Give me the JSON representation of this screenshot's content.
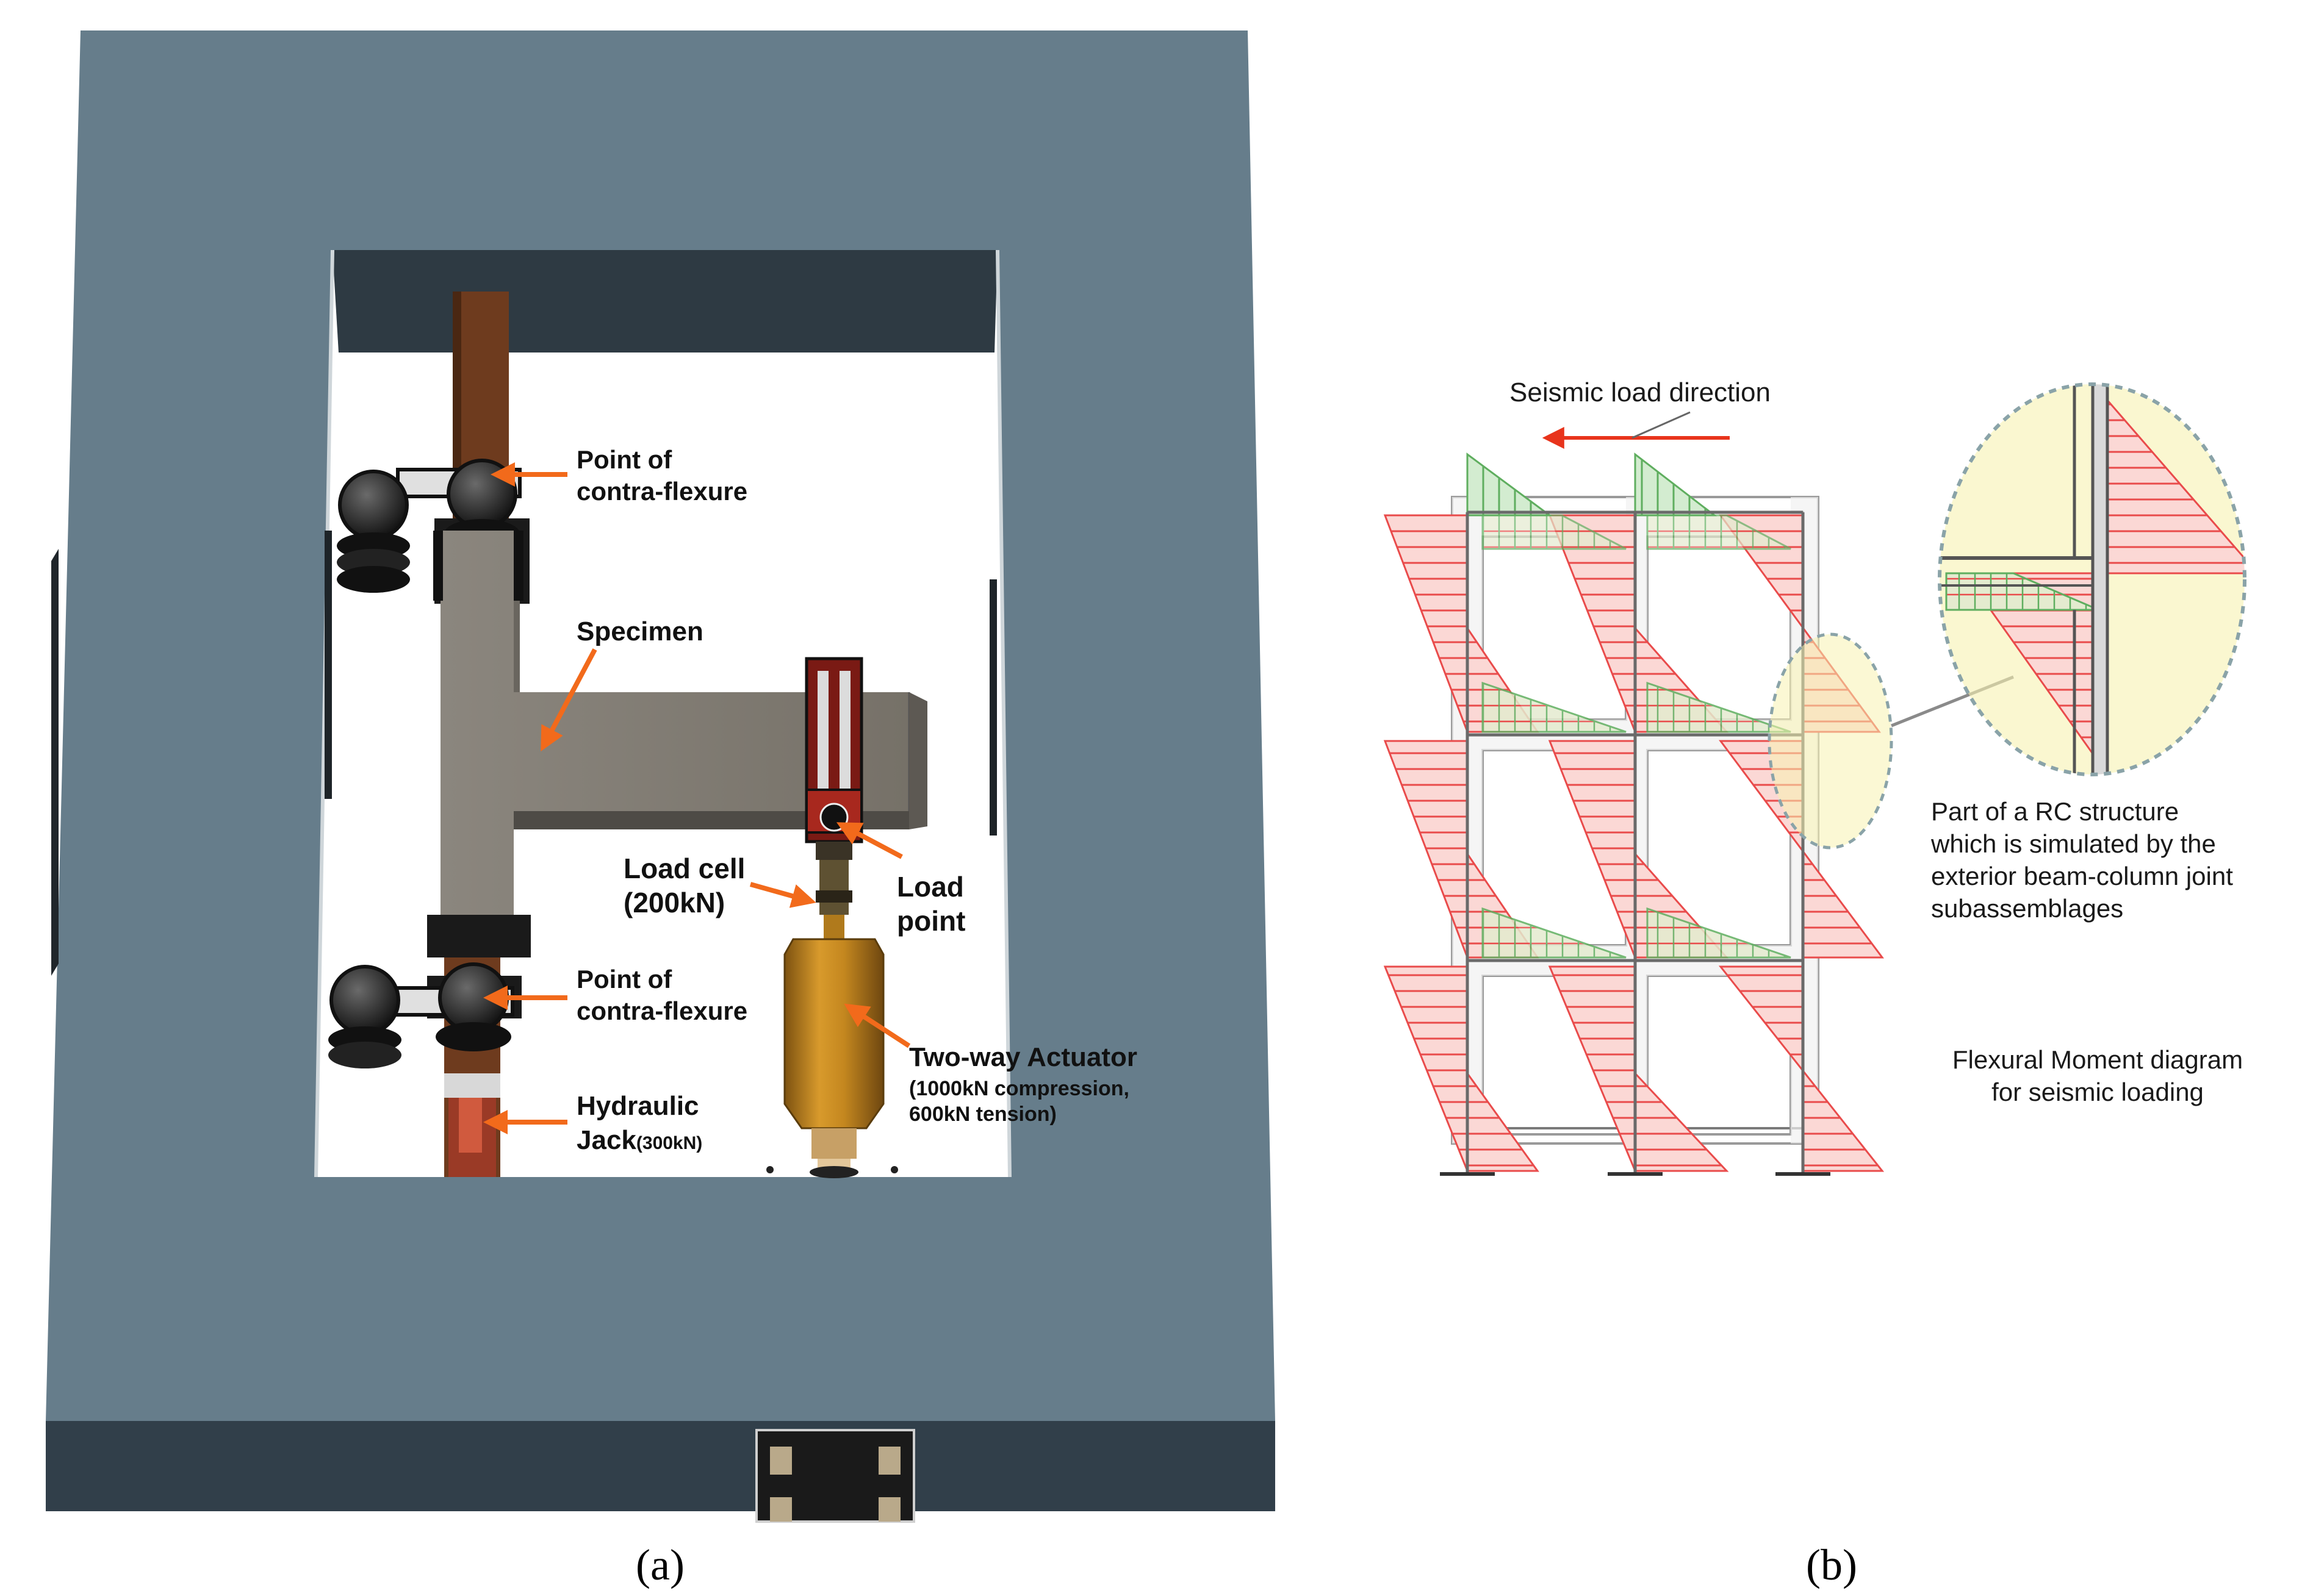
{
  "panel_a": {
    "caption": "(a)",
    "labels": {
      "contra_top_1": "Point of",
      "contra_top_2": "contra-flexure",
      "specimen": "Specimen",
      "load_cell_1": "Load cell",
      "load_cell_2": "(200kN)",
      "load_point_1": "Load",
      "load_point_2": "point",
      "contra_bot_1": "Point of",
      "contra_bot_2": "contra-flexure",
      "actuator_1": "Two-way Actuator",
      "actuator_2": "(1000kN compression,",
      "actuator_3": "600kN tension)",
      "jack_1": "Hydraulic",
      "jack_2": "Jack",
      "jack_3": "(300kN)"
    }
  },
  "panel_b": {
    "caption": "(b)",
    "seismic_label": "Seismic load direction",
    "rc_note": [
      "Part of a RC structure",
      "which is simulated by the",
      "exterior beam-column joint",
      "subassemblages"
    ],
    "moment_note": [
      "Flexural Moment diagram",
      "for seismic loading"
    ]
  },
  "colors": {
    "floor": "#667d8b",
    "floor_edge": "#313f4a",
    "column": "#6e3b1e",
    "specimen": "#7f7a72",
    "actuator": "#c4871f",
    "arrow": "#f26a1b",
    "load_arrow": "#e8341c",
    "moment_red": "#e94b4b",
    "moment_green": "#5fae5f",
    "joint_zone": "#f7f2b0"
  }
}
